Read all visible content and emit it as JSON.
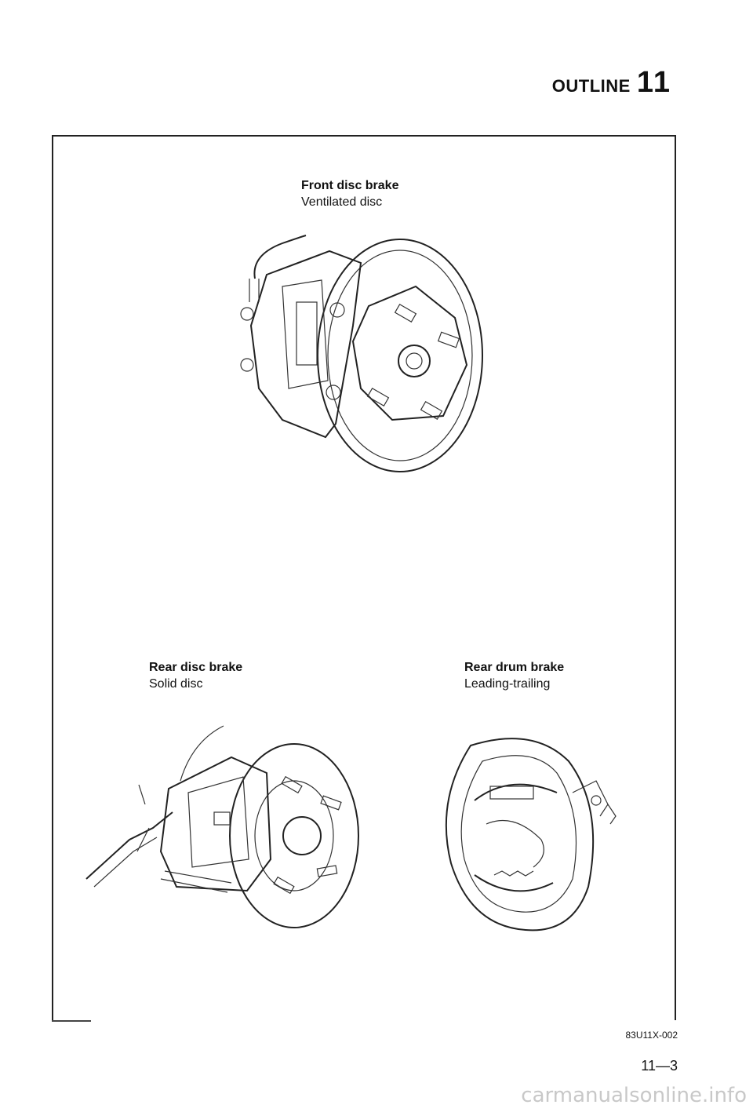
{
  "header": {
    "section_word": "OUTLINE",
    "section_number": "11"
  },
  "figures": {
    "front": {
      "title": "Front disc brake",
      "subtitle": "Ventilated disc",
      "icon": "front-disc-brake-illustration"
    },
    "rear_disc": {
      "title": "Rear disc brake",
      "subtitle": "Solid disc",
      "icon": "rear-disc-brake-illustration"
    },
    "rear_drum": {
      "title": "Rear drum brake",
      "subtitle": "Leading-trailing",
      "icon": "rear-drum-brake-illustration"
    }
  },
  "footer": {
    "ref_code": "83U11X-002",
    "page_number": "11—3"
  },
  "watermark": "carmanualsonline.info"
}
